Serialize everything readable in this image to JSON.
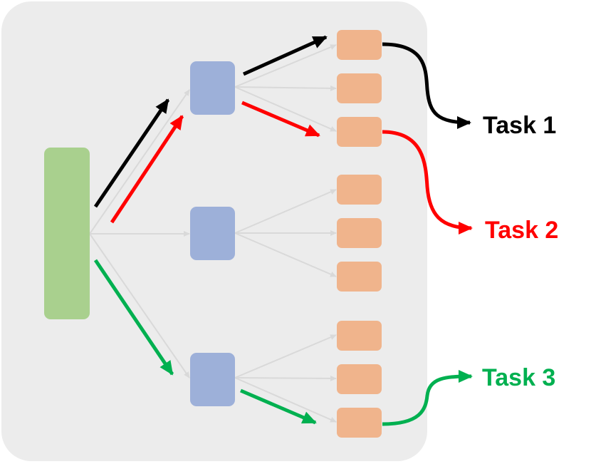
{
  "colors": {
    "panel": "#ececec",
    "panel_border": "#d9d9d9",
    "root_node": "#a9d08e",
    "mid_node": "#9db0d9",
    "leaf_node": "#f0b48c",
    "faint_edge": "#d9d9d9",
    "task1": "#000000",
    "task2": "#ff0000",
    "task3": "#00b050"
  },
  "tasks": [
    {
      "id": "task1",
      "label": "Task 1",
      "color": "#000000"
    },
    {
      "id": "task2",
      "label": "Task 2",
      "color": "#ff0000"
    },
    {
      "id": "task3",
      "label": "Task 3",
      "color": "#00b050"
    }
  ]
}
